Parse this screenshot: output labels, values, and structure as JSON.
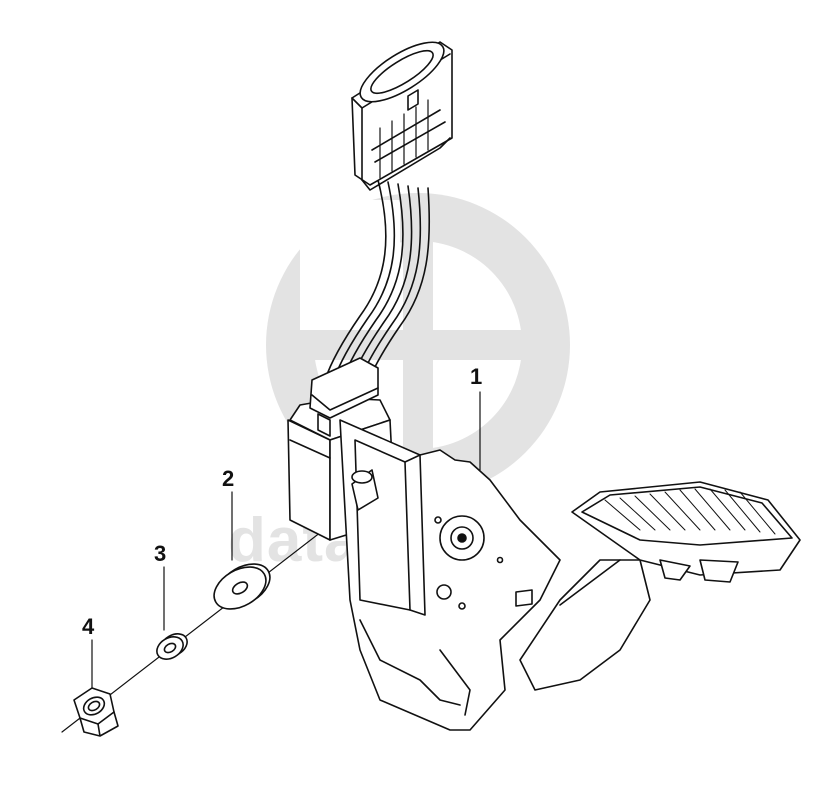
{
  "watermark": {
    "logo_letters": "GD",
    "text": "data-parts",
    "color": "#e3e3e3"
  },
  "callouts": [
    {
      "id": "1",
      "label": "1",
      "part": "accelerator pedal assembly with sensor and connector"
    },
    {
      "id": "2",
      "label": "2",
      "part": "flat washer"
    },
    {
      "id": "3",
      "label": "3",
      "part": "lock washer"
    },
    {
      "id": "4",
      "label": "4",
      "part": "hex nut"
    }
  ],
  "colors": {
    "line": "#111111",
    "fill": "#ffffff",
    "watermark": "#e3e3e3"
  }
}
